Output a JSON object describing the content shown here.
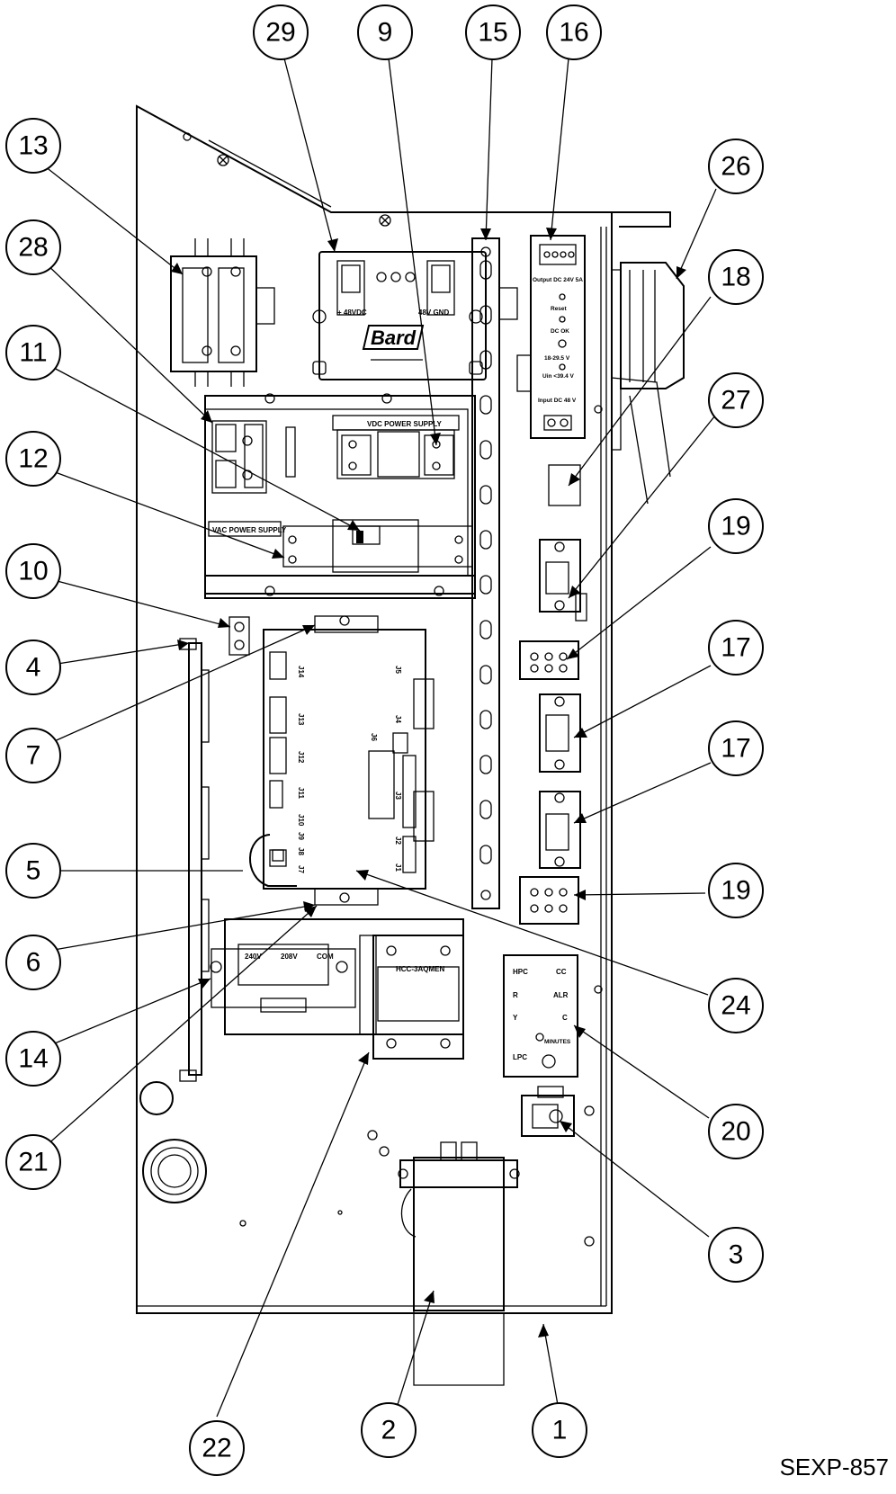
{
  "callouts": [
    {
      "label": "1"
    },
    {
      "label": "2"
    },
    {
      "label": "3"
    },
    {
      "label": "4"
    },
    {
      "label": "5"
    },
    {
      "label": "6"
    },
    {
      "label": "7"
    },
    {
      "label": "9"
    },
    {
      "label": "10"
    },
    {
      "label": "11"
    },
    {
      "label": "12"
    },
    {
      "label": "13"
    },
    {
      "label": "14"
    },
    {
      "label": "15"
    },
    {
      "label": "16"
    },
    {
      "label": "17"
    },
    {
      "label": "17"
    },
    {
      "label": "18"
    },
    {
      "label": "19"
    },
    {
      "label": "19"
    },
    {
      "label": "20"
    },
    {
      "label": "21"
    },
    {
      "label": "22"
    },
    {
      "label": "24"
    },
    {
      "label": "26"
    },
    {
      "label": "27"
    },
    {
      "label": "28"
    },
    {
      "label": "29"
    }
  ],
  "drawing_number": "SEXP-857",
  "labels": {
    "vdc_power_supply": "VDC POWER SUPPLY",
    "vac_power_supply": "VAC POWER SUPPLY",
    "plus_48vdc": "+ 48VDC",
    "gnd_48v": "48V GND",
    "bard": "Bard",
    "psu_output": "Output DC 24V 5A",
    "psu_reset": "Reset",
    "psu_dc_ok": "DC OK",
    "psu_range": "18-29.5 V",
    "psu_uin": "Uin <39.4 V",
    "psu_input": "Input DC 48 V",
    "hcc_part": "HCC-3AQMEN",
    "timer_hpc": "HPC",
    "timer_cc": "CC",
    "timer_r": "R",
    "timer_alr": "ALR",
    "timer_y": "Y",
    "timer_c": "C",
    "timer_lpc": "LPC",
    "timer_minutes": "MINUTES",
    "xfmr_240v": "240V",
    "xfmr_208v": "208V",
    "xfmr_com": "COM",
    "j1": "J1",
    "j2": "J2",
    "j3": "J3",
    "j4": "J4",
    "j5": "J5",
    "j6": "J6",
    "j7": "J7",
    "j8": "J8",
    "j9": "J9",
    "j10": "J10",
    "j11": "J11",
    "j12": "J12",
    "j13": "J13",
    "j14": "J14"
  }
}
